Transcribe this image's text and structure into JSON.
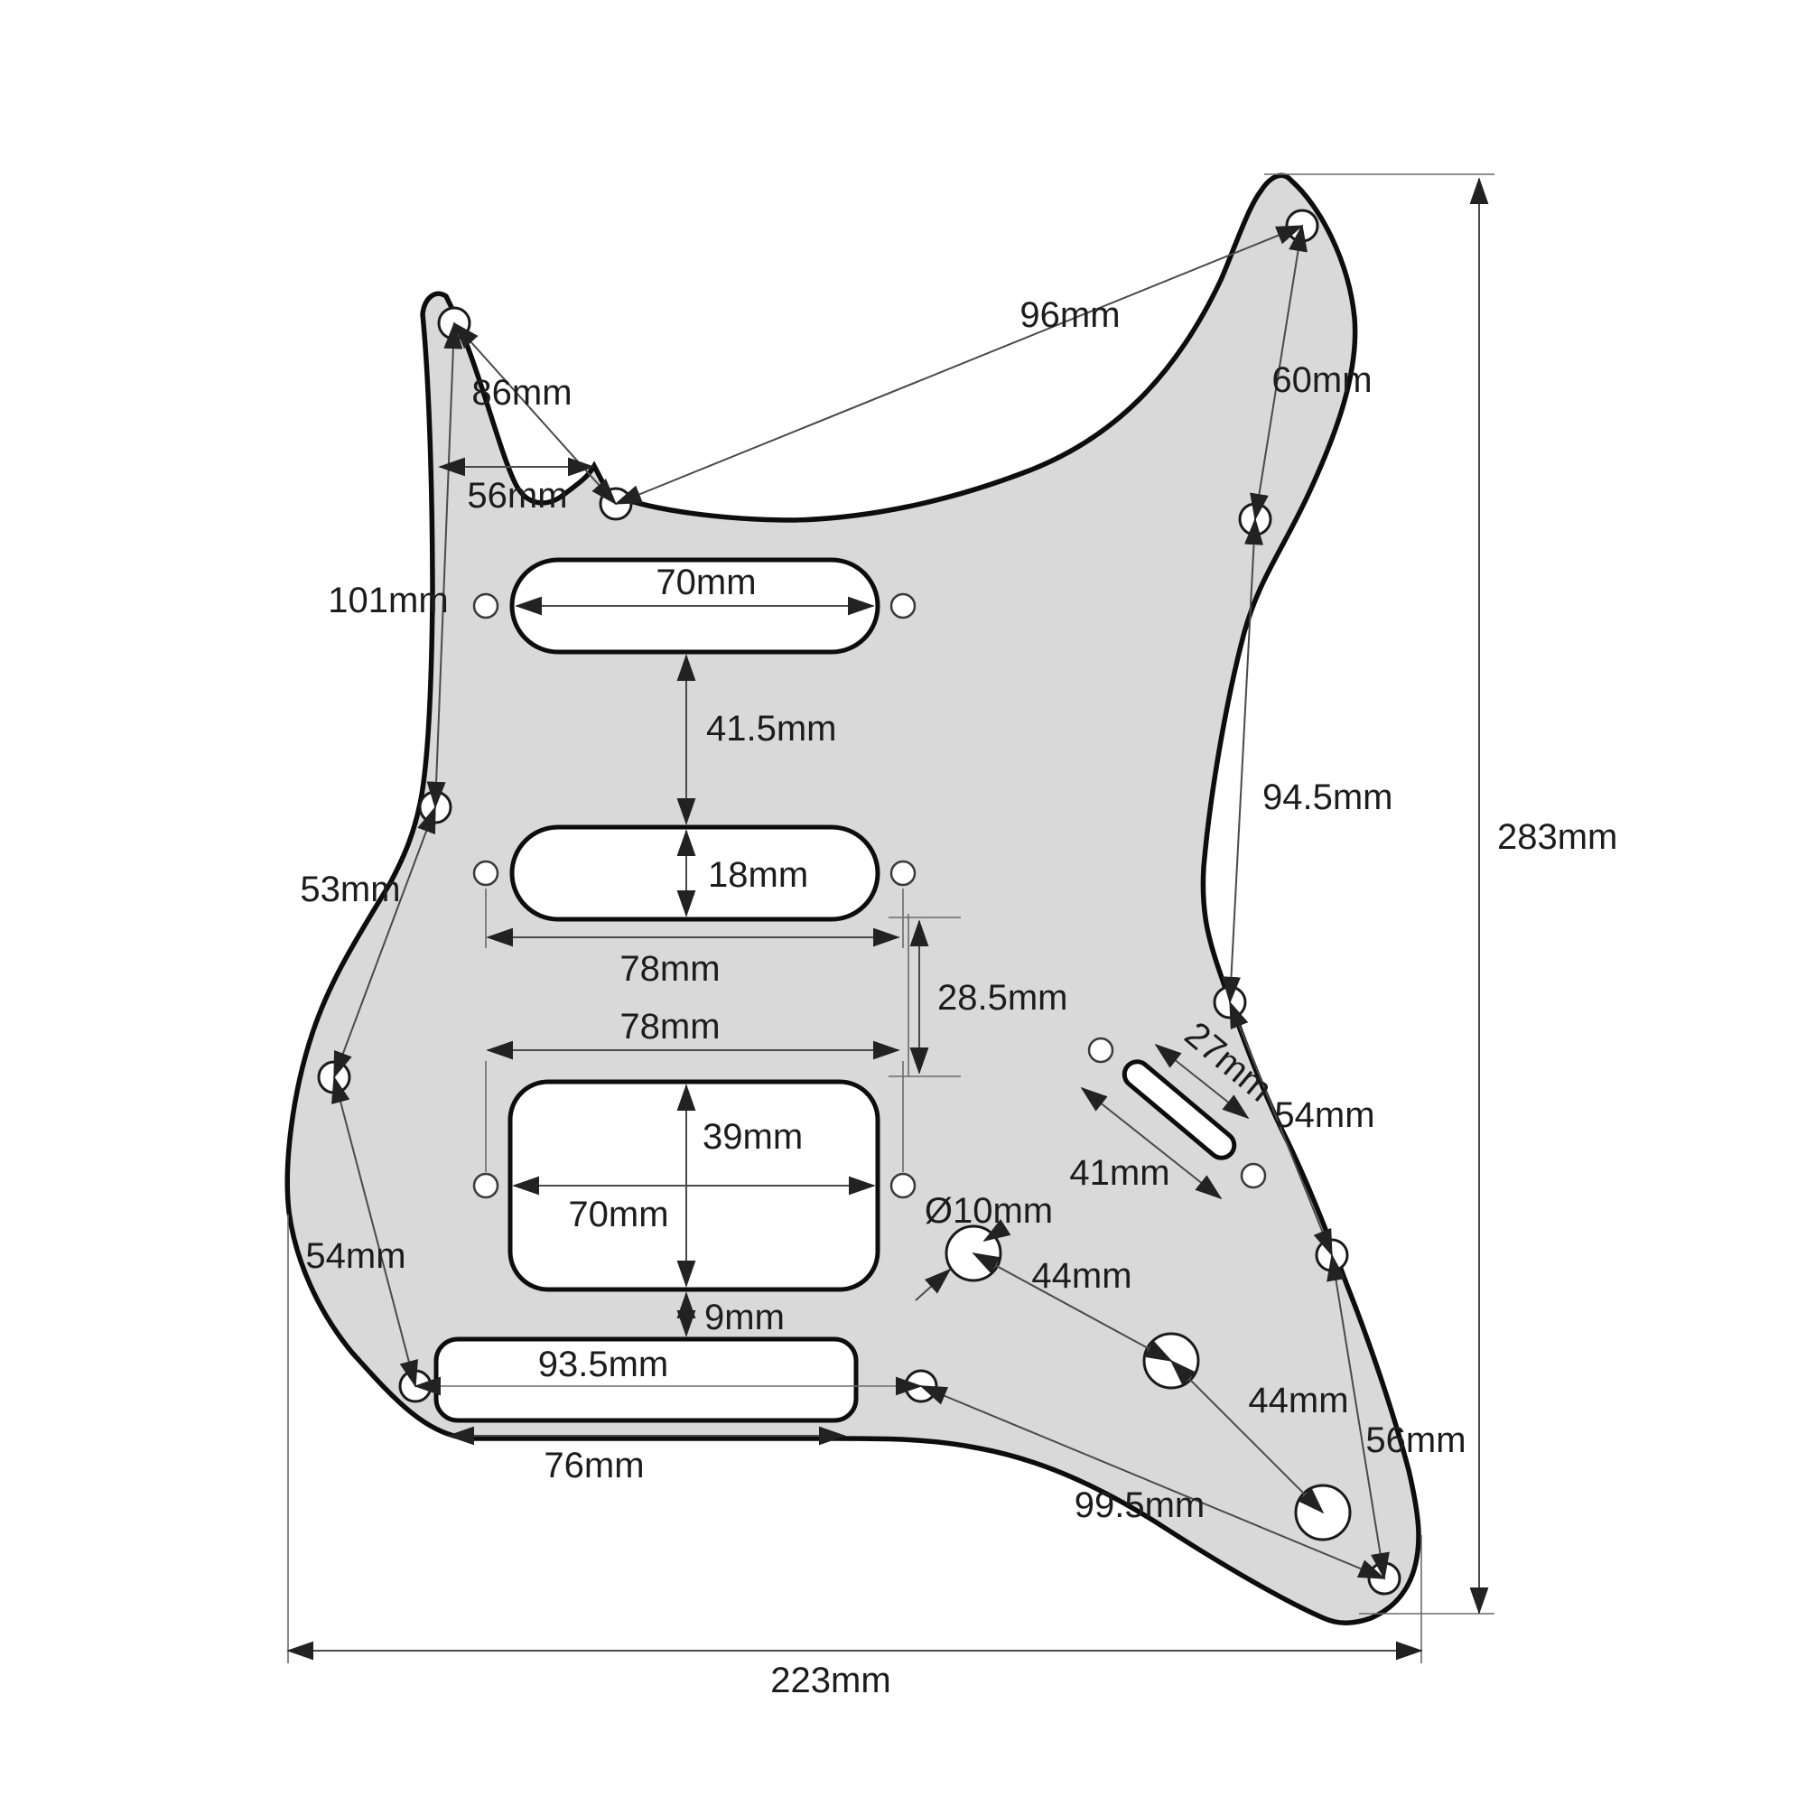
{
  "diagram": {
    "subject": "HSS Stratocaster-style guitar pickguard dimensional drawing",
    "unit": "mm",
    "colors": {
      "guard_fill": "#d9d9d9",
      "outline": "#0d0d0d",
      "dimension": "#4a4a4a",
      "background": "#ffffff"
    },
    "dims": {
      "diag_86": "86mm",
      "pocket_56": "56mm",
      "diag_96": "96mm",
      "right_60": "60mm",
      "left_101": "101mm",
      "neck_width_70": "70mm",
      "gap_41_5": "41.5mm",
      "mid_height_18": "18mm",
      "right_94_5": "94.5mm",
      "total_height_283": "283mm",
      "left_53": "53mm",
      "screws_78_a": "78mm",
      "screws_78_b": "78mm",
      "gap_28_5": "28.5mm",
      "switch_slot_27": "27mm",
      "switch_screws_41": "41mm",
      "right_54": "54mm",
      "hb_height_39": "39mm",
      "hb_width_70": "70mm",
      "pot_dia_10": "Ø10mm",
      "pots_44_a": "44mm",
      "pots_44_b": "44mm",
      "left_54": "54mm",
      "gap_9": "9mm",
      "trem_93_5": "93.5mm",
      "trem_76": "76mm",
      "bottom_right_56": "56mm",
      "bottom_99_5": "99.5mm",
      "total_width_223": "223mm"
    }
  }
}
